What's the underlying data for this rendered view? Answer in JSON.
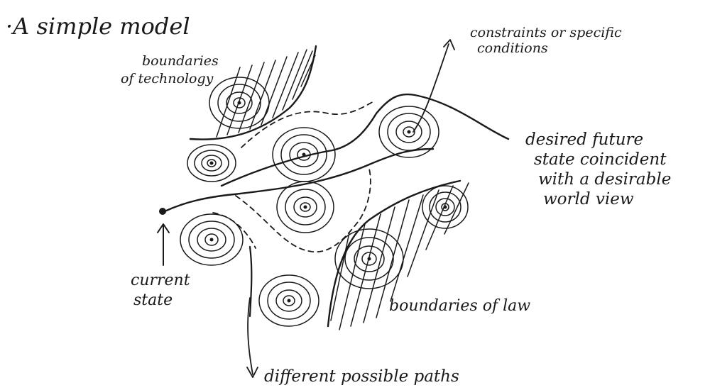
{
  "title": "·A simple model",
  "labels": {
    "technology_boundary": [
      "boundaries",
      "of technology"
    ],
    "constraints": [
      "constraints or specific",
      "conditions"
    ],
    "desired_state": [
      "desired future",
      "state coincident",
      "with a desirable",
      "world view"
    ],
    "current_state": [
      "current",
      "state"
    ],
    "law_boundary": "boundaries of law",
    "paths": "different possible paths"
  },
  "colors": {
    "ink": "#1a1a1a",
    "paper": "#ffffff"
  }
}
